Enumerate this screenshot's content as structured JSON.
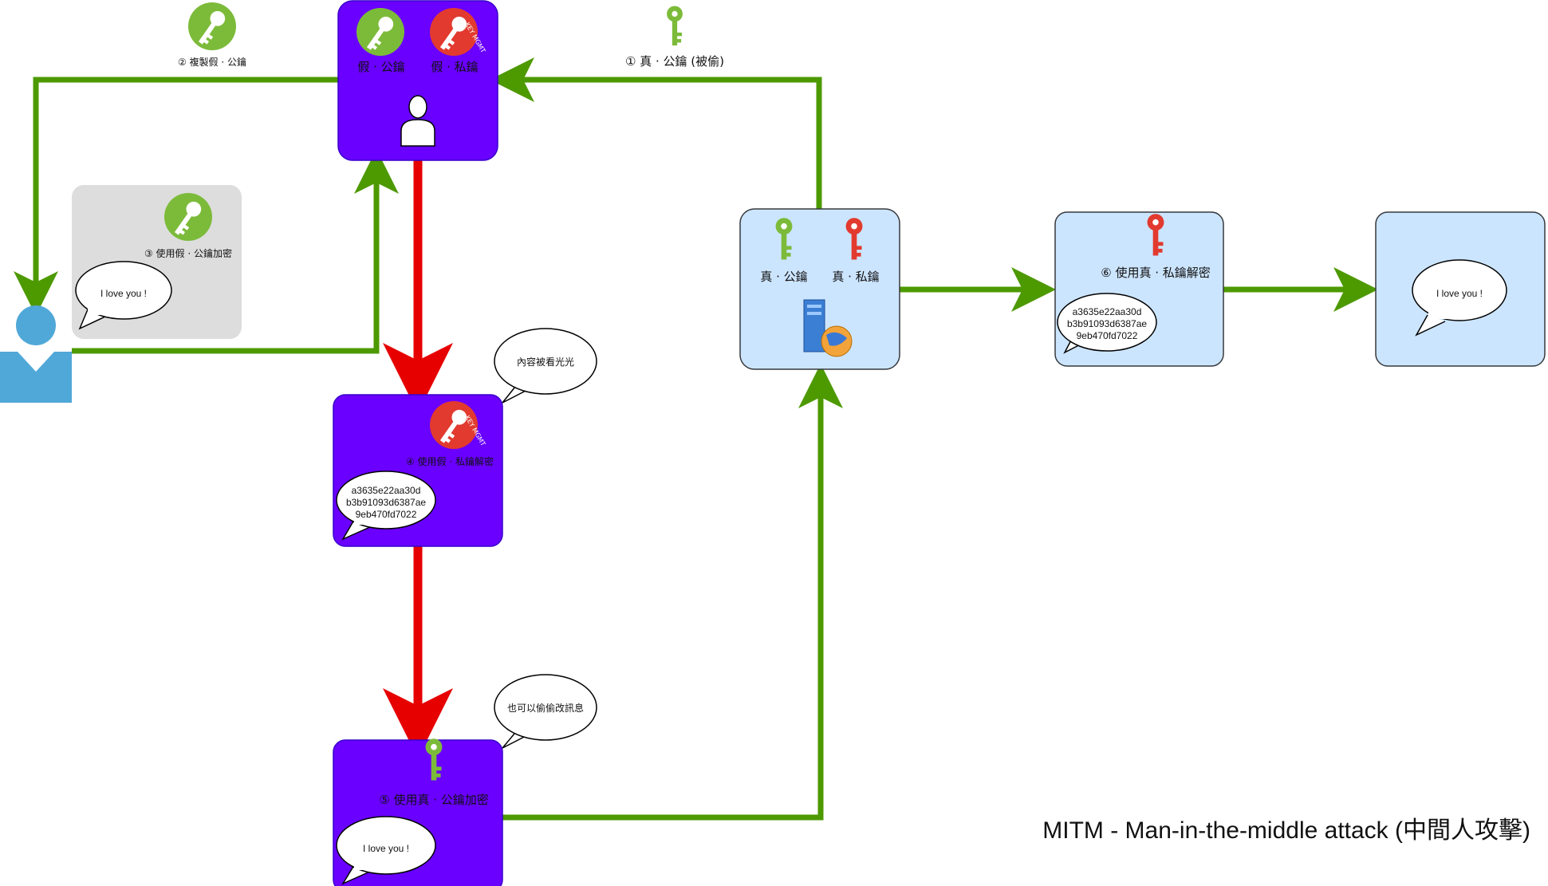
{
  "colors": {
    "attacker_box": "#6a00ff",
    "attacker_box_border": "#3700cc",
    "server_box": "#cce5ff",
    "server_box_border": "#36393d",
    "gray_box": "#dddddd",
    "green_arrow": "#4d9900",
    "red_arrow": "#e60000",
    "green_key": "#7cbb3a",
    "red_key": "#e23a2f",
    "user_icon": "#50a8d8"
  },
  "labels": {
    "copy_fake_public": "② 複製假 · 公鑰",
    "real_public_stolen": "① 真 · 公鑰 (被偷)",
    "fake_public": "假 · 公鑰",
    "fake_private": "假 · 私鑰",
    "use_fake_public_encrypt": "③ 使用假 · 公鑰加密",
    "use_fake_private_decrypt": "④ 使用假 · 私鑰解密",
    "use_real_public_encrypt": "⑤ 使用真 · 公鑰加密",
    "real_public": "真 · 公鑰",
    "real_private": "真 · 私鑰",
    "use_real_private_decrypt": "⑥ 使用真 · 私鑰解密",
    "badge_text": "KEY MGMT"
  },
  "bubbles": {
    "love_sender": "I love you !",
    "love_tampered": "I love you !",
    "love_receiver": "I love you !",
    "content_exposed": "內容被看光光",
    "can_tamper": "也可以偷偷改訊息",
    "cipher_attacker_l1": "a3635e22aa30d",
    "cipher_attacker_l2": "b3b91093d6387ae",
    "cipher_attacker_l3": "9eb470fd7022",
    "cipher_server_l1": "a3635e22aa30d",
    "cipher_server_l2": "b3b91093d6387ae",
    "cipher_server_l3": "9eb470fd7022"
  },
  "title": "MITM - Man-in-the-middle attack (中間人攻擊)",
  "icons": [
    "green-key-badge-icon",
    "red-key-badge-icon",
    "green-key-icon",
    "red-key-icon",
    "person-icon",
    "user-icon",
    "server-globe-icon"
  ]
}
